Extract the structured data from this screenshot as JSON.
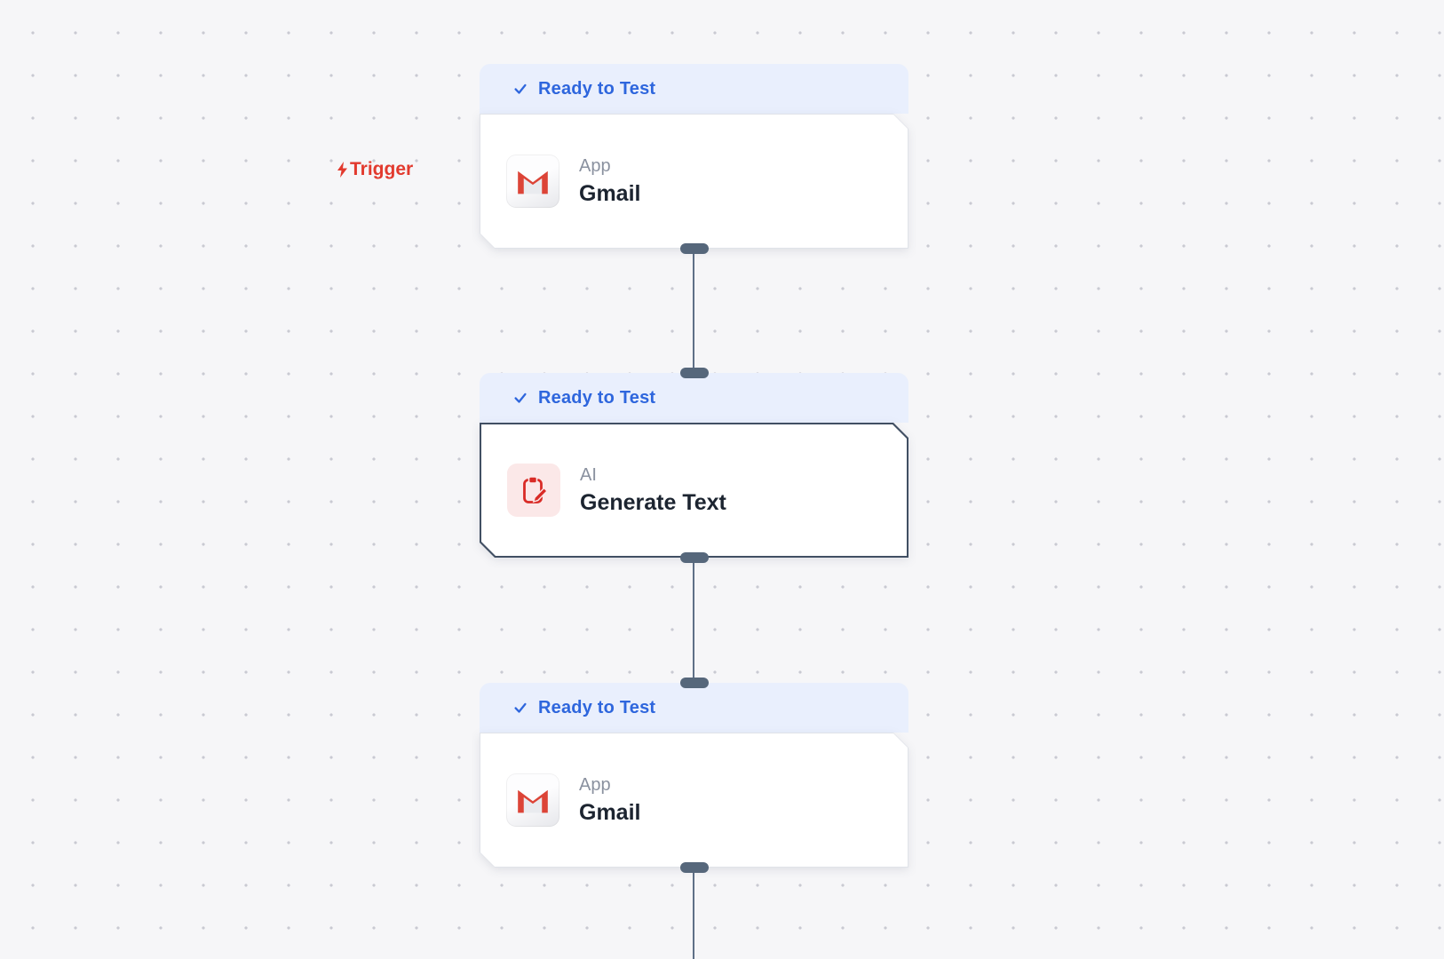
{
  "canvas": {
    "background": "#f6f6f8",
    "dot_color": "#c9cad2"
  },
  "trigger_label": {
    "text": "Trigger",
    "icon": "lightning-bolt-icon",
    "color": "#e23a2e"
  },
  "nodes": [
    {
      "status": "Ready to Test",
      "category": "App",
      "name": "Gmail",
      "icon": "gmail-icon",
      "role": "trigger",
      "selected": false
    },
    {
      "status": "Ready to Test",
      "category": "AI",
      "name": "Generate Text",
      "icon": "generate-text-icon",
      "role": "action",
      "selected": true
    },
    {
      "status": "Ready to Test",
      "category": "App",
      "name": "Gmail",
      "icon": "gmail-icon",
      "role": "action",
      "selected": false
    }
  ],
  "colors": {
    "status_badge_bg": "#e9effd",
    "status_badge_text": "#2e66dd",
    "connector": "#5f7087",
    "connector_handle": "#56677b",
    "selected_border": "#414f63",
    "gmail_red": "#dc4437",
    "ai_red": "#d92b26",
    "trigger_red": "#e23a2e"
  }
}
